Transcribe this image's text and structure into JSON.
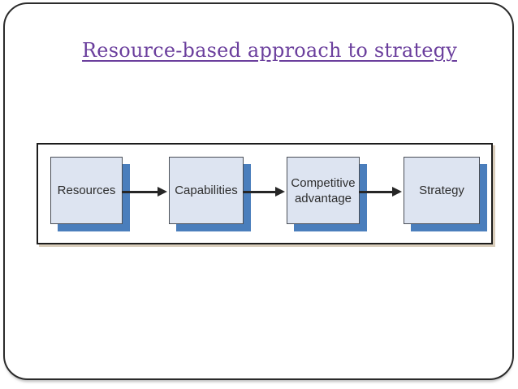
{
  "slide": {
    "title": "Resource-based approach to strategy"
  },
  "diagram": {
    "boxes": [
      {
        "label": "Resources"
      },
      {
        "label": "Capabilities"
      },
      {
        "label": "Competitive advantage"
      },
      {
        "label": "Strategy"
      }
    ],
    "arrows": [
      {
        "from": "Resources",
        "to": "Capabilities"
      },
      {
        "from": "Capabilities",
        "to": "Competitive advantage"
      },
      {
        "from": "Competitive advantage",
        "to": "Strategy"
      }
    ]
  },
  "colors": {
    "title_text": "#6b3f9d",
    "box_fill": "#dde4f1",
    "box_drop_shadow": "#4a7ebc",
    "frame_border": "#1c1c1c",
    "frame_shadow": "#d9cdbb",
    "arrow": "#262626",
    "slide_border": "#2b2b2b"
  }
}
